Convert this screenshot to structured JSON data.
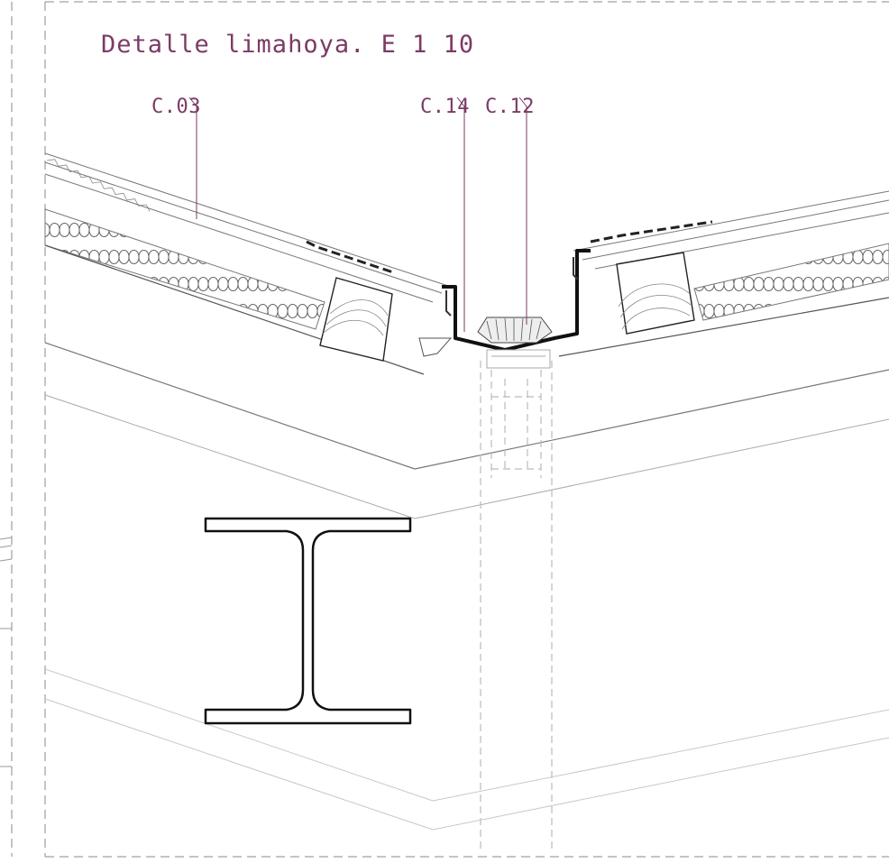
{
  "title": "Detalle limahoya. E 1 10",
  "callouts": [
    {
      "id": "c03",
      "label": "C.03"
    },
    {
      "id": "c14",
      "label": "C.14"
    },
    {
      "id": "c12",
      "label": "C.12"
    }
  ],
  "colors": {
    "annotation": "#7b3b65",
    "frame": "#8a8a8a",
    "line_dark": "#1a1a1a",
    "line_mid": "#777777",
    "line_light": "#bdbdbd"
  }
}
